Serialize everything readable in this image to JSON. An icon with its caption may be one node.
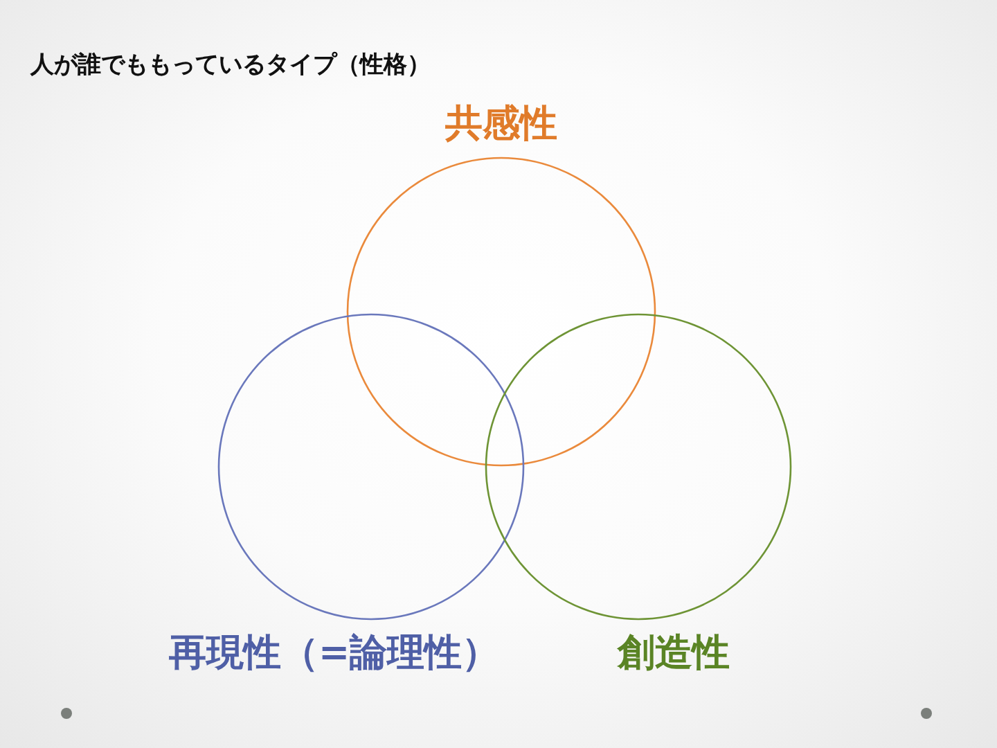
{
  "diagram": {
    "title": "人が誰でももっているタイプ（性格）",
    "nodes": [
      {
        "text": [
          "共感性"
        ]
      },
      {
        "text": [
          "再現性（=論理性）"
        ]
      },
      {
        "text": [
          "創造性"
        ]
      }
    ]
  }
}
